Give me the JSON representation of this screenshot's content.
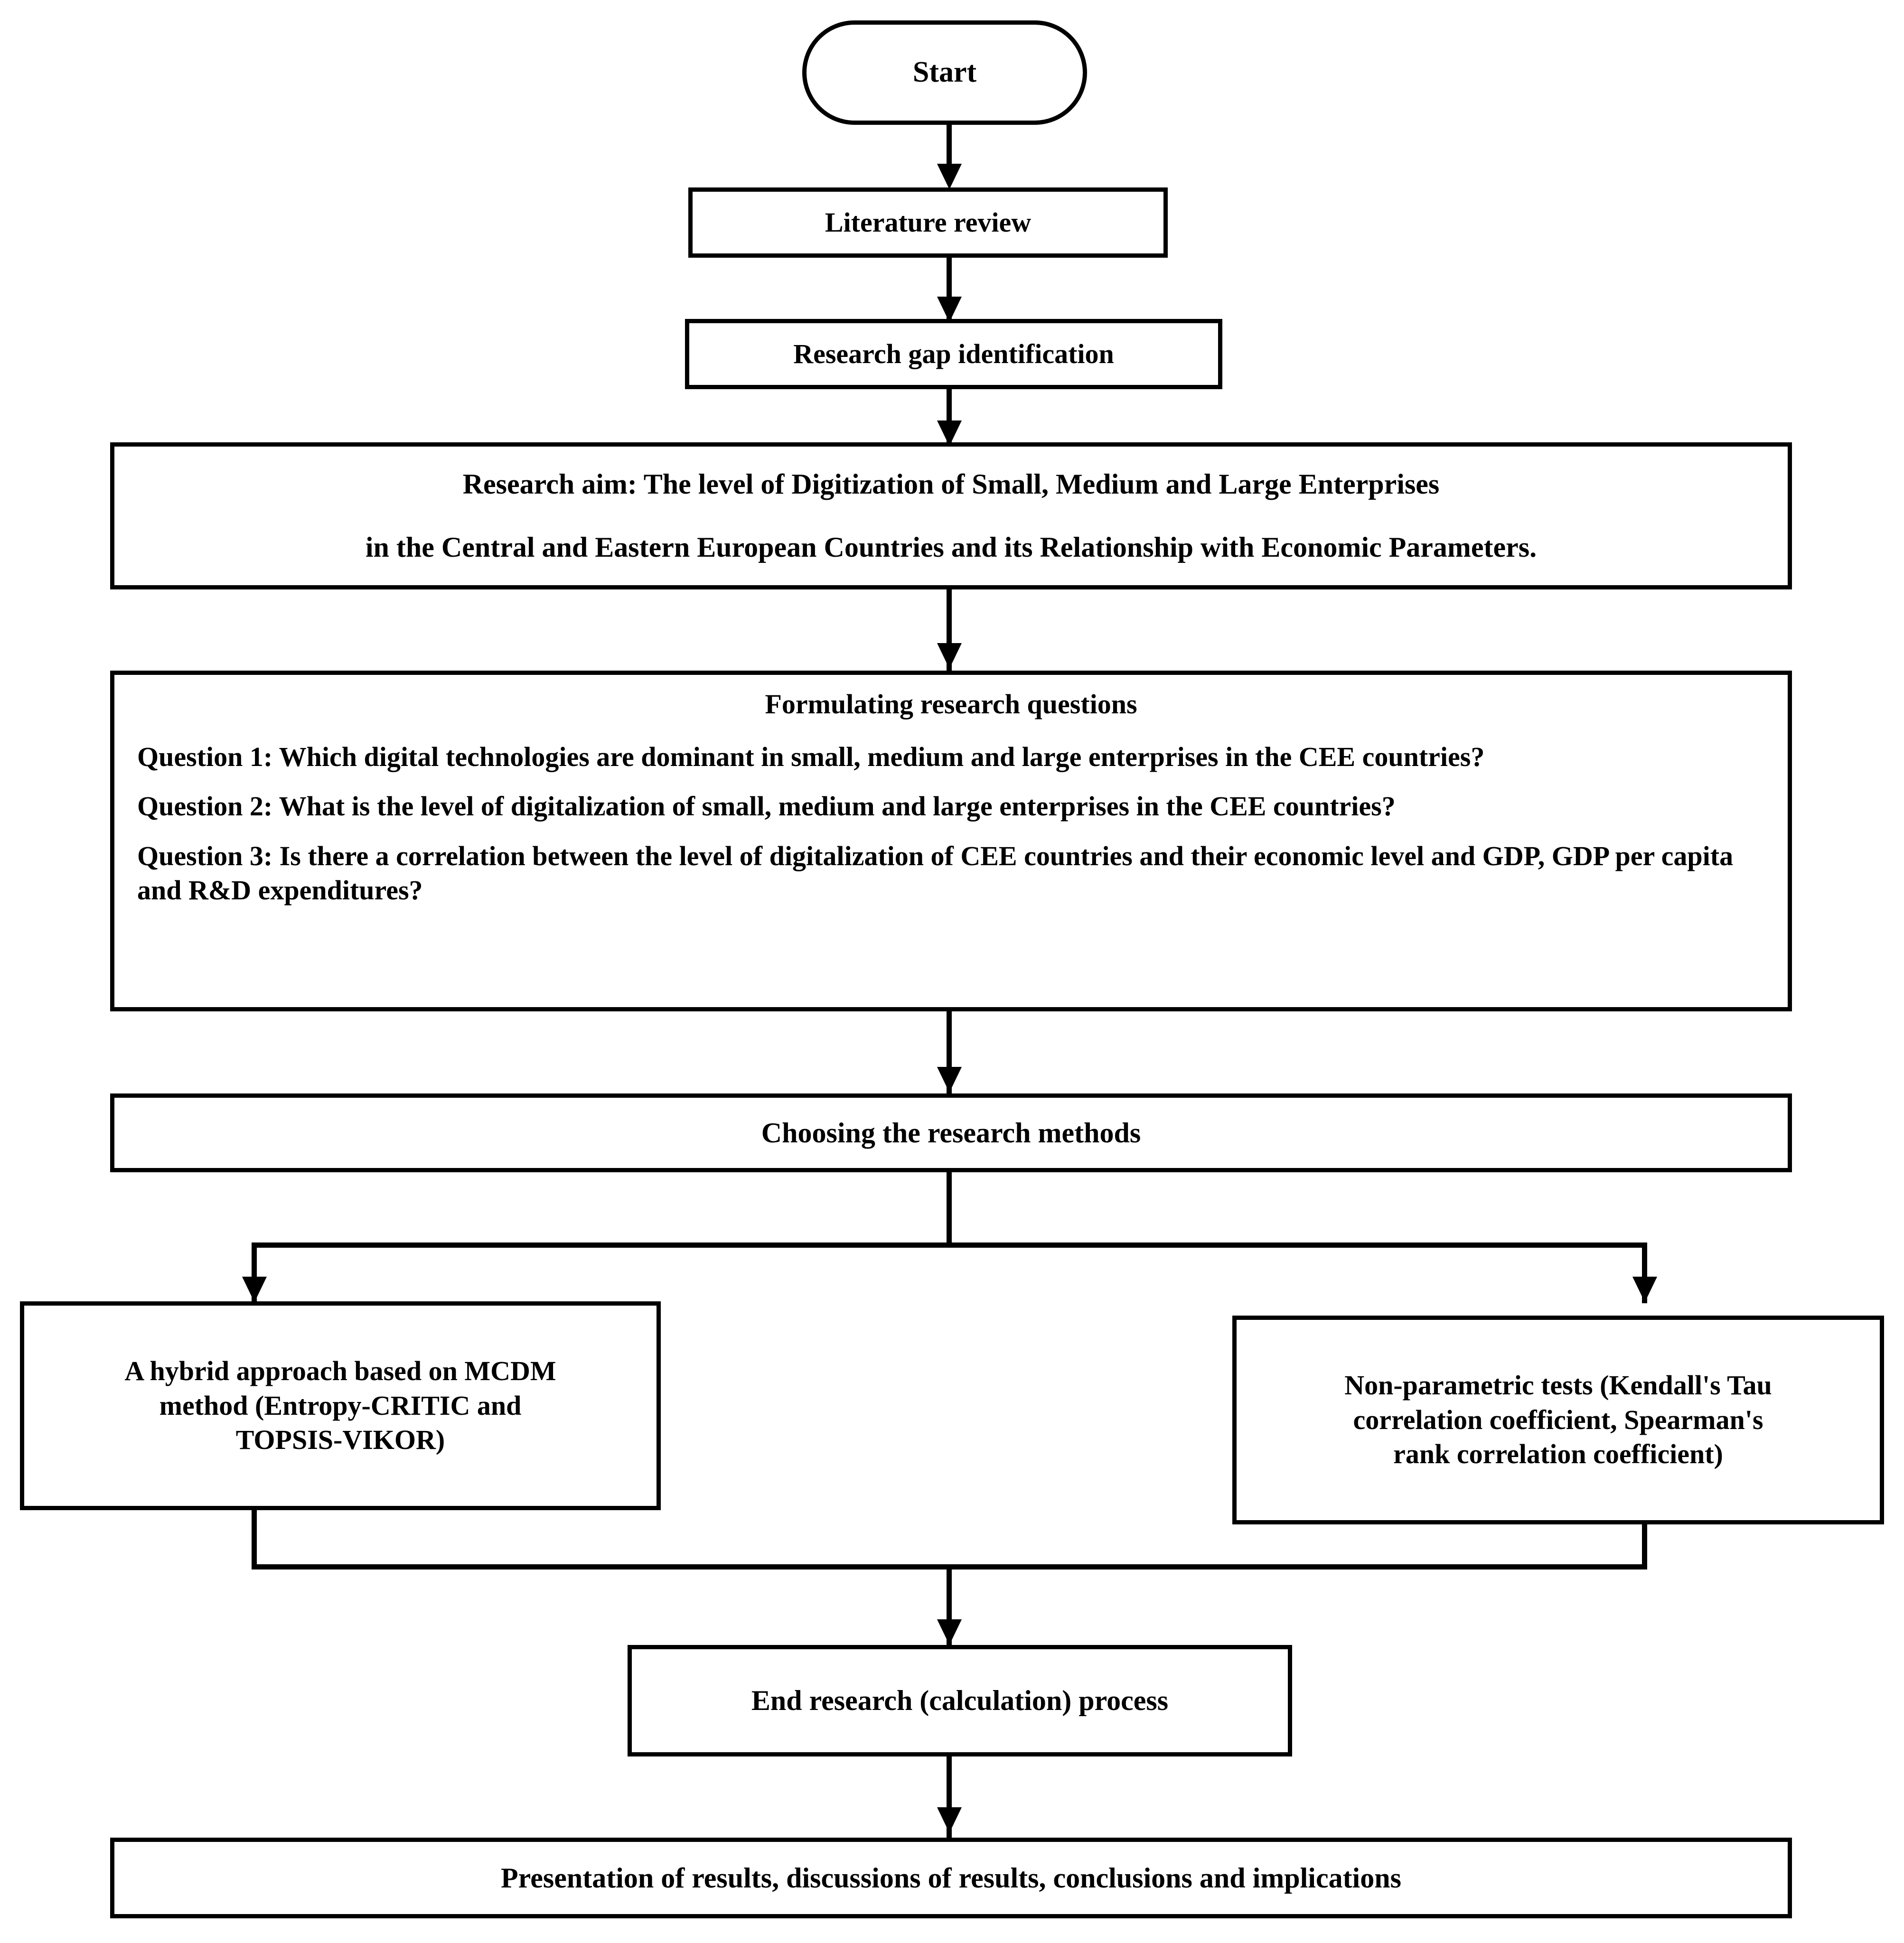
{
  "diagram": {
    "title": "Research process flowchart",
    "accent_color": "#000000",
    "background_color": "#ffffff"
  },
  "nodes": {
    "start": {
      "label": "Start",
      "shape": "stadium"
    },
    "literature_review": {
      "label": "Literature review",
      "shape": "rectangle"
    },
    "research_gap": {
      "label": "Research gap identification",
      "shape": "rectangle"
    },
    "research_aim": {
      "line1": "Research aim: The level of Digitization of Small, Medium and Large Enterprises",
      "line2": "in the Central and Eastern European Countries and its Relationship with Economic Parameters.",
      "shape": "rectangle"
    },
    "research_questions": {
      "heading": "Formulating research questions",
      "question1": "Question 1: Which digital technologies are dominant in small, medium and large enterprises in the CEE countries?",
      "question2": "Question 2: What is the level of digitalization of small, medium and large enterprises in the CEE countries?",
      "question3": "Question 3: Is there a correlation between the level of digitalization of CEE countries and their economic level and GDP, GDP per capita and R&D expenditures?",
      "shape": "rectangle"
    },
    "choosing_methods": {
      "label": "Choosing the research methods",
      "shape": "rectangle"
    },
    "method_mcdm": {
      "line1": "A hybrid approach based on MCDM",
      "line2": "method (Entropy-CRITIC and",
      "line3": "TOPSIS-VIKOR)",
      "shape": "rectangle"
    },
    "method_nonparametric": {
      "line1": "Non-parametric tests (Kendall's Tau",
      "line2": "correlation coefficient, Spearman's",
      "line3": "rank correlation coefficient)",
      "shape": "rectangle"
    },
    "end_research": {
      "label": "End research (calculation) process",
      "shape": "rectangle"
    },
    "presentation": {
      "label": "Presentation of results, discussions of results, conclusions and implications",
      "shape": "rectangle"
    }
  }
}
